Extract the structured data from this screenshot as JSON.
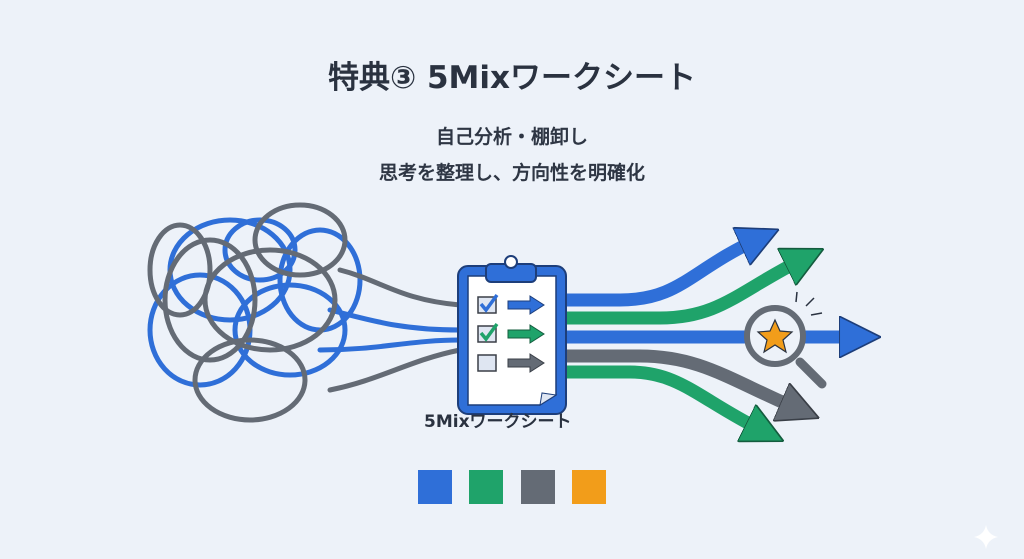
{
  "title": "特典③ 5Mixワークシート",
  "subtitle_lines": [
    "自己分析・棚卸し",
    "思考を整理し、方向性を明確化"
  ],
  "worksheet_label": "5Mixワークシート",
  "colors": {
    "blue": "#2f6fd8",
    "green": "#1fa36a",
    "gray": "#646b75",
    "orange": "#f29d1a",
    "background": "#edf2f9"
  },
  "swatches": [
    "#2f6fd8",
    "#1fa36a",
    "#646b75",
    "#f29d1a"
  ]
}
